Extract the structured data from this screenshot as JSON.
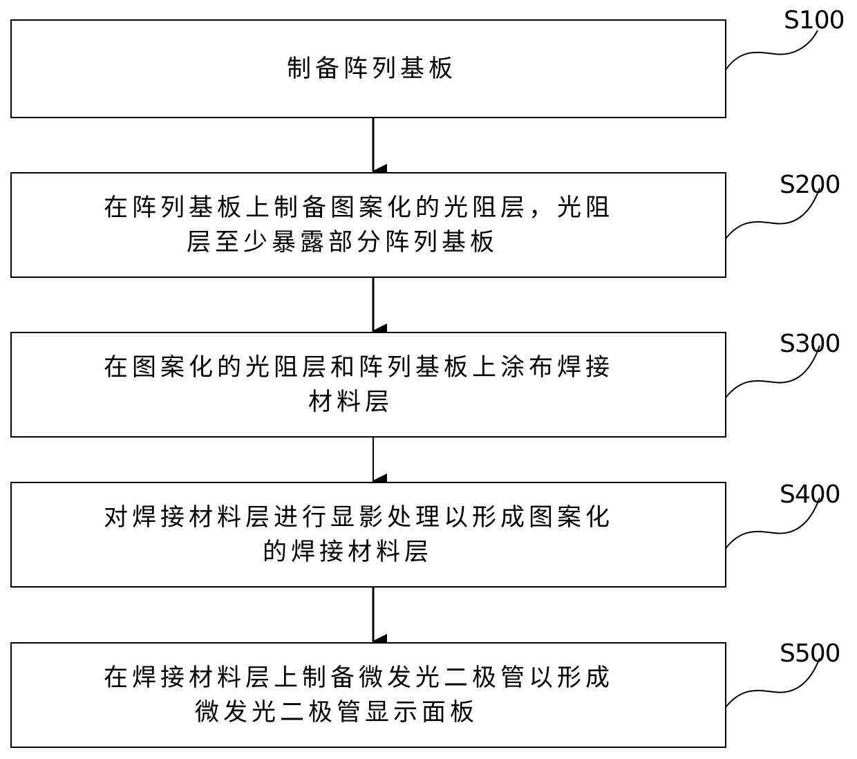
{
  "steps": [
    {
      "label": "S100",
      "lines": [
        "制备阵列基板"
      ]
    },
    {
      "label": "S200",
      "lines": [
        "在阵列基板上制备图案化的光阻层，光阻",
        "层至少暴露部分阵列基板"
      ]
    },
    {
      "label": "S300",
      "lines": [
        "在图案化的光阻层和阵列基板上涂布焊接",
        "材料层"
      ]
    },
    {
      "label": "S400",
      "lines": [
        "对焊接材料层进行显影处理以形成图案化",
        "的焊接材料层"
      ]
    },
    {
      "label": "S500",
      "lines": [
        "在焊接材料层上制备微发光二极管以形成",
        "微发光二极管显示面板"
      ]
    }
  ]
}
